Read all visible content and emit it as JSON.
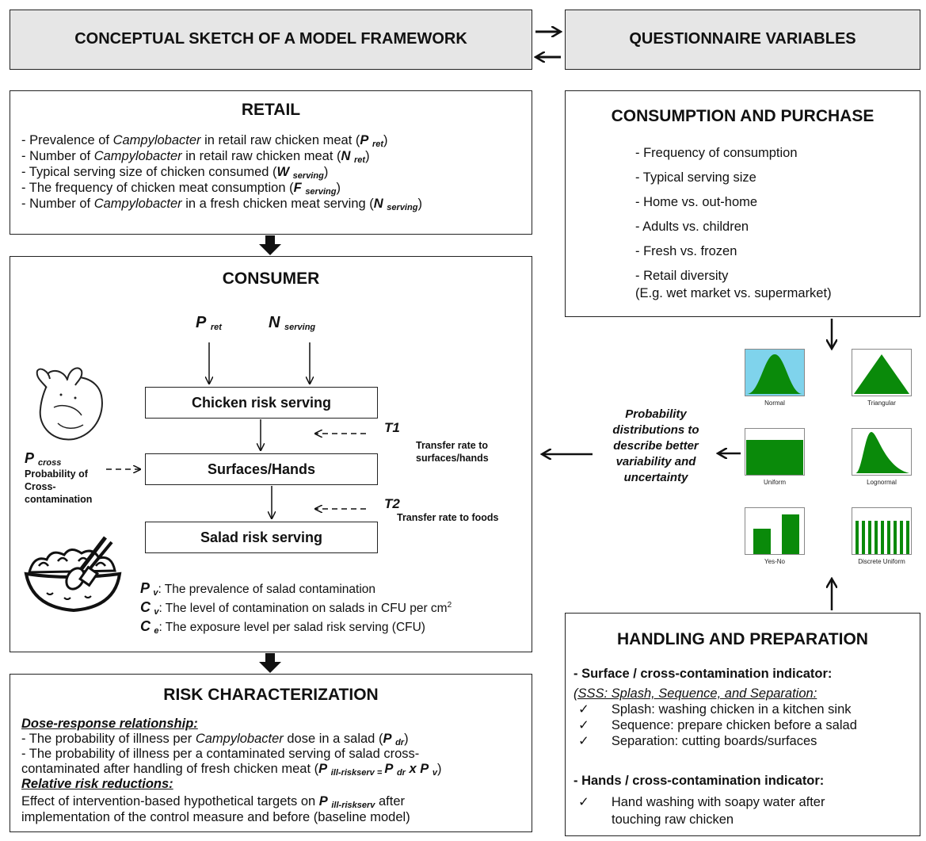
{
  "header": {
    "left_title": "CONCEPTUAL SKETCH OF A MODEL FRAMEWORK",
    "right_title": "QUESTIONNAIRE VARIABLES"
  },
  "retail": {
    "title": "RETAIL",
    "items": [
      {
        "pre": "- Prevalence of ",
        "em": "Campylobacter",
        "post": " in retail raw chicken meat (",
        "sym": "P",
        "sub": "ret",
        "end": ")"
      },
      {
        "pre": "- Number of ",
        "em": "Campylobacter",
        "post": " in retail raw chicken meat (",
        "sym": "N",
        "sub": "ret",
        "end": ")"
      },
      {
        "pre": "- Typical serving size of chicken consumed (",
        "em": "",
        "post": "",
        "sym": "W",
        "sub": "serving",
        "end": ")"
      },
      {
        "pre": "- The frequency of chicken meat consumption (",
        "em": "",
        "post": "",
        "sym": "F",
        "sub": "serving",
        "end": ")"
      },
      {
        "pre": "- Number of ",
        "em": "Campylobacter",
        "post": " in a fresh chicken meat serving (",
        "sym": "N",
        "sub": "serving",
        "end": ")"
      }
    ]
  },
  "consumer": {
    "title": "CONSUMER",
    "inputs": [
      {
        "sym": "P",
        "sub": "ret"
      },
      {
        "sym": "N",
        "sub": "serving"
      }
    ],
    "steps": [
      "Chicken risk serving",
      "Surfaces/Hands",
      "Salad risk serving"
    ],
    "t1": "T1",
    "t1_label": "Transfer rate to surfaces/hands",
    "t2": "T2",
    "t2_label": "Transfer rate to foods",
    "pcross_sym": "P",
    "pcross_sub": "cross",
    "pcross_label": "Probability of Cross-contamination",
    "defs": [
      {
        "sym": "P",
        "sub": "v",
        "text": ": The prevalence of salad contamination"
      },
      {
        "sym": "C",
        "sub": "v",
        "text": ": The level of contamination on salads in CFU per cm",
        "sup": "2"
      },
      {
        "sym": "C",
        "sub": "e",
        "text": ": The exposure level per salad risk serving (CFU)"
      }
    ]
  },
  "risk": {
    "title": "RISK CHARACTERIZATION",
    "dose_heading": "Dose-response relationship:",
    "dose1_pre": "- The probability of illness per ",
    "dose1_em": "Campylobacter",
    "dose1_post": " dose in a salad (",
    "dose1_sym": "P",
    "dose1_sub": "dr",
    "dose1_end": ")",
    "dose2_line1": "- The probability of illness per a contaminated serving of salad cross-",
    "dose2_line2": "contaminated after handling of fresh chicken meat (",
    "dose2_formula_p": "P",
    "dose2_formula_sub": "ill-riskserv = ",
    "dose2_formula_pdr": "P",
    "dose2_formula_pdr_sub": "dr",
    "dose2_formula_x": " x ",
    "dose2_formula_pv": "P",
    "dose2_formula_pv_sub": "v",
    "dose2_end": ")",
    "rel_heading": "Relative risk reductions:",
    "rel1_pre": "Effect of intervention-based hypothetical targets on ",
    "rel1_sym": "P",
    "rel1_sub": "ill-riskserv",
    "rel1_post": " after",
    "rel2": "implementation of the control measure and before (baseline model)"
  },
  "consumption": {
    "title": "CONSUMPTION AND PURCHASE",
    "items": [
      "- Frequency of consumption",
      "- Typical serving size",
      "- Home vs. out-home",
      "- Adults vs. children",
      "- Fresh vs. frozen",
      "- Retail diversity"
    ],
    "note": "(E.g. wet market vs. supermarket)"
  },
  "distributions": {
    "caption": "Probability distributions to describe better variability and uncertainty",
    "tiles": [
      "Normal",
      "Triangular",
      "Uniform",
      "Lognormal",
      "Yes-No",
      "Discrete Uniform"
    ],
    "colors": {
      "fill": "#0a8a0a",
      "normal_bg": "#7fd3ec"
    }
  },
  "handling": {
    "title": "HANDLING AND PREPARATION",
    "surface_heading": "Surface / cross-contamination indicator:",
    "sss_intro": "(SSS: Splash, Sequence, and Separation:",
    "surface_items": [
      "Splash: washing chicken in a kitchen sink",
      "Sequence: prepare chicken before a salad",
      "Separation: cutting boards/surfaces"
    ],
    "hands_heading": "Hands / cross-contamination indicator:",
    "hands_item_line1": "Hand washing with soapy water after",
    "hands_item_line2": "touching raw chicken",
    "check": "✓"
  }
}
